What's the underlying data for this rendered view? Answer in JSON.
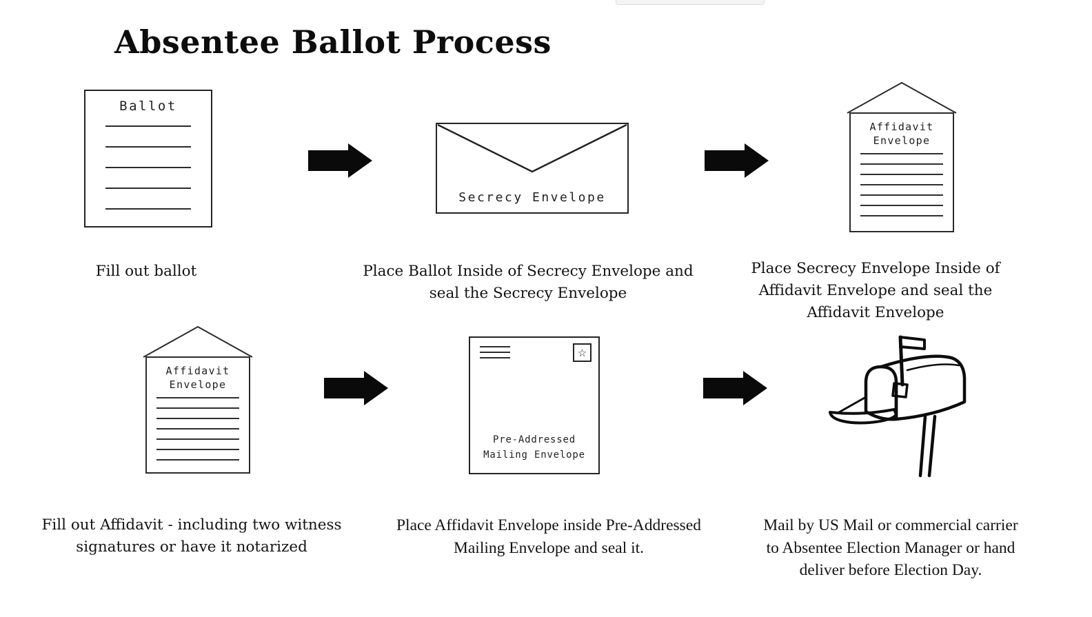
{
  "page": {
    "title": "Absentee Ballot Process"
  },
  "colors": {
    "ink": "#1a1a1a",
    "background": "#ffffff"
  },
  "icons": {
    "ballot": {
      "label": "Ballot",
      "rule_count": 5
    },
    "secrecy_envelope": {
      "label": "Secrecy Envelope"
    },
    "affidavit_envelope": {
      "label_line1": "Affidavit",
      "label_line2": "Envelope",
      "rule_count": 7
    },
    "mailing_envelope": {
      "label_line1": "Pre-Addressed",
      "label_line2": "Mailing Envelope",
      "stamp_glyph": "☆",
      "address_rule_count": 3
    },
    "mailbox": {
      "name": "mailbox-with-flag-up"
    },
    "arrow": {
      "name": "right-block-arrow"
    }
  },
  "captions": {
    "step1": [
      "Fill out ballot"
    ],
    "step2": [
      "Place Ballot Inside of Secrecy Envelope and",
      "seal the Secrecy Envelope"
    ],
    "step3": [
      "Place Secrecy Envelope Inside of",
      "Affidavit Envelope and seal the",
      "Affidavit Envelope"
    ],
    "step4": [
      "Fill out Affidavit - including two witness",
      "signatures or have it notarized"
    ],
    "step5": [
      "Place Affidavit Envelope inside Pre-Addressed",
      "Mailing Envelope and seal it."
    ],
    "step6": [
      "Mail by US Mail or commercial carrier",
      "to Absentee Election Manager or hand",
      "deliver before Election Day."
    ]
  }
}
